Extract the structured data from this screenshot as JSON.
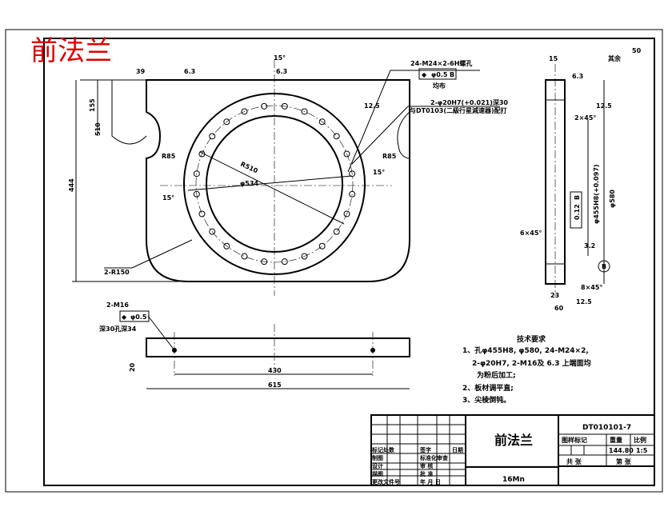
{
  "title_red": "前法兰",
  "front_view": {
    "dims": [
      "15°",
      "6.3",
      "39",
      "6.3",
      "155",
      "510",
      "444",
      "R85",
      "R510",
      "φ534",
      "15°",
      "15°",
      "R85",
      "12.5",
      "2-R150"
    ],
    "callout_holes": "24-M24×2-6H螺孔",
    "callout_tol": "φ0.5",
    "callout_datum": "B",
    "callout_note": "均布",
    "callout_pin": "2-φ20H7(+0.021)深30",
    "callout_pin_note": "与DT0103(二級行星減速器)配打"
  },
  "side_view": {
    "dims": [
      "15",
      "6.3",
      "12.5",
      "2×45°",
      "φ580",
      "φ455H8(+0.097)",
      "0.12",
      "B",
      "3.2",
      "6×45°",
      "8×45°",
      "23",
      "60",
      "12.5"
    ],
    "roughness_rest": "其余",
    "roughness_value": "50"
  },
  "bottom_view": {
    "callout_holes": "2-M16",
    "callout_tol": "φ0.5",
    "callout_note": "深30孔深34",
    "dims": [
      "20",
      "430",
      "615"
    ]
  },
  "tech_requirements": {
    "heading": "技术要求",
    "lines": [
      "1、孔φ455H8, φ580, 24-M24×2,",
      "2-φ20H7, 2-M16及 6.3 上端面均",
      "为粉后加工;",
      "2、板材调平直;",
      "3、尖棱倒钝。"
    ]
  },
  "title_block": {
    "part_name": "前法兰",
    "material": "16Mn",
    "drawing_no": "DT010101-7",
    "stage_label": "图样标记",
    "weight_label": "重量",
    "scale_label": "比例",
    "weight": "144.80",
    "scale": "1:5",
    "total_sheets": "共  张",
    "sheet_no": "第  张",
    "rows": [
      [
        "标记处数",
        "",
        "签字",
        "日期"
      ],
      [
        "制图",
        "",
        "标准化审查",
        ""
      ],
      [
        "设计",
        "",
        "审 核",
        ""
      ],
      [
        "描图",
        "",
        "批 准",
        ""
      ],
      [
        "更改文件号",
        "",
        "年 月 日",
        ""
      ]
    ]
  }
}
